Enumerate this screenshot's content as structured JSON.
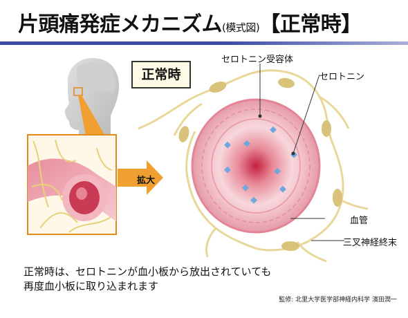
{
  "title": {
    "main": "片頭痛発症メカニズム",
    "sub": "(模式図)",
    "state": "【正常時】"
  },
  "badge": "正常時",
  "arrow_label": "拡大",
  "labels": {
    "receptor": "セロトニン受容体",
    "serotonin": "セロトニン",
    "vessel": "血管",
    "nerve": "三叉神経終末"
  },
  "caption": [
    "正常時は、セロトニンが血小板から放出されていても",
    "再度血小板に取り込まれます"
  ],
  "credit": "監修: 北里大学医学部神経内科学 濱田潤一",
  "colors": {
    "title_rule": "#3a4aa8",
    "vessel_wall": "#eeb3bd",
    "lumen": "#d94c63",
    "nerve": "#e9d79a",
    "serotonin": "#6fa8dc",
    "arrow": "#f0a030"
  }
}
